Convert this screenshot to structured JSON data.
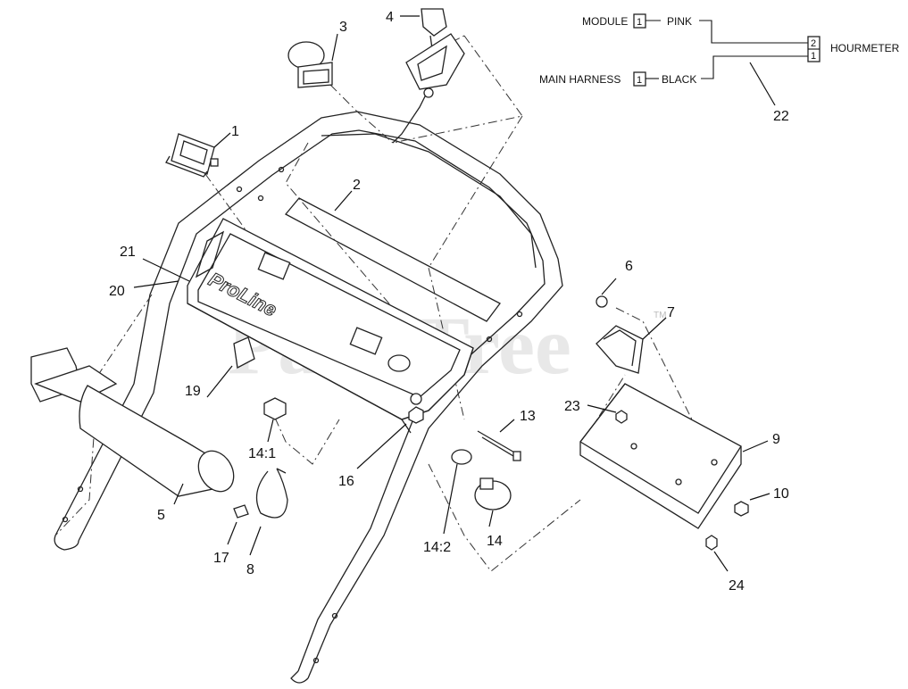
{
  "watermark": {
    "text": "PartsTree",
    "tm": "TM"
  },
  "brand_label": "ProLine",
  "callouts": [
    {
      "id": "c1",
      "text": "1"
    },
    {
      "id": "c2",
      "text": "2"
    },
    {
      "id": "c3",
      "text": "3"
    },
    {
      "id": "c4",
      "text": "4"
    },
    {
      "id": "c5",
      "text": "5"
    },
    {
      "id": "c6",
      "text": "6"
    },
    {
      "id": "c7",
      "text": "7"
    },
    {
      "id": "c8",
      "text": "8"
    },
    {
      "id": "c9",
      "text": "9"
    },
    {
      "id": "c10",
      "text": "10"
    },
    {
      "id": "c13",
      "text": "13"
    },
    {
      "id": "c14",
      "text": "14"
    },
    {
      "id": "c14_1",
      "text": "14:1"
    },
    {
      "id": "c14_2",
      "text": "14:2"
    },
    {
      "id": "c16",
      "text": "16"
    },
    {
      "id": "c17",
      "text": "17"
    },
    {
      "id": "c19",
      "text": "19"
    },
    {
      "id": "c20",
      "text": "20"
    },
    {
      "id": "c21",
      "text": "21"
    },
    {
      "id": "c22",
      "text": "22"
    },
    {
      "id": "c23",
      "text": "23"
    },
    {
      "id": "c24",
      "text": "24"
    }
  ],
  "wiring": {
    "module_label": "MODULE",
    "module_pin": "1",
    "pink_label": "PINK",
    "main_harness_label": "MAIN HARNESS",
    "main_harness_pin": "1",
    "black_label": "BLACK",
    "hourmeter_label": "HOURMETER",
    "hourmeter_pin_top": "2",
    "hourmeter_pin_bottom": "1"
  },
  "colors": {
    "line": "#222222",
    "watermark": "#d6d6d6",
    "background": "#ffffff"
  }
}
